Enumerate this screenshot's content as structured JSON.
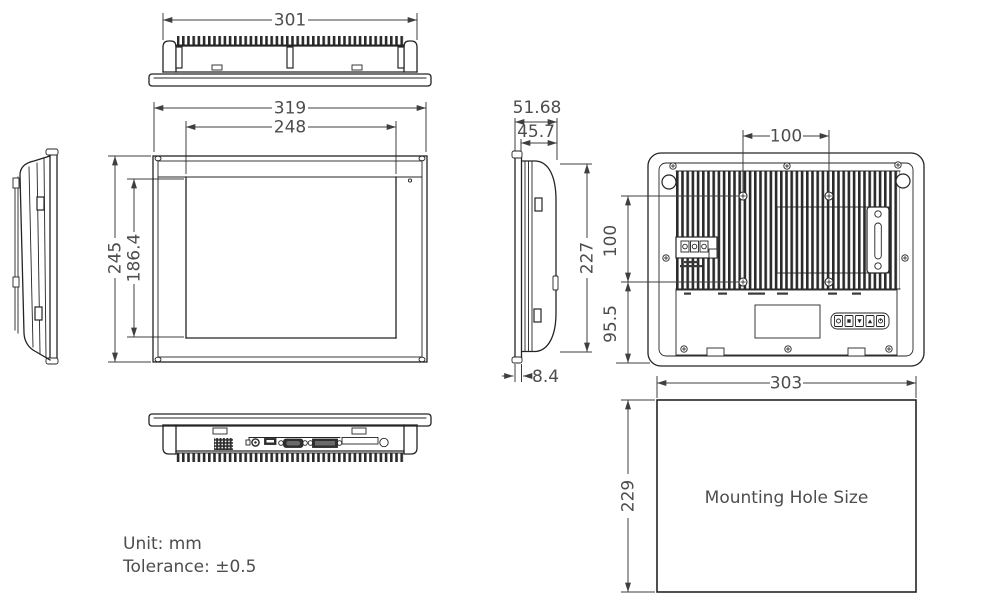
{
  "notes": {
    "unit": "Unit: mm",
    "tolerance": "Tolerance: ±0.5"
  },
  "views": {
    "top": {
      "dim_width": "301"
    },
    "front": {
      "dim_outer_width": "319",
      "dim_screen_width": "248",
      "dim_outer_height": "245",
      "dim_screen_height": "186.4"
    },
    "side": {
      "dim_total_depth": "51.68",
      "dim_body_depth": "45.7",
      "dim_height": "227",
      "dim_bezel_thickness": "8.4"
    },
    "rear": {
      "dim_vesa_width": "100",
      "dim_vesa_height": "100",
      "dim_bottom_offset": "95.5"
    },
    "mounting": {
      "label": "Mounting Hole Size",
      "dim_width": "303",
      "dim_height": "229"
    }
  },
  "colors": {
    "line": "#242424",
    "dim_text": "#4d4d4d",
    "background": "#ffffff"
  }
}
